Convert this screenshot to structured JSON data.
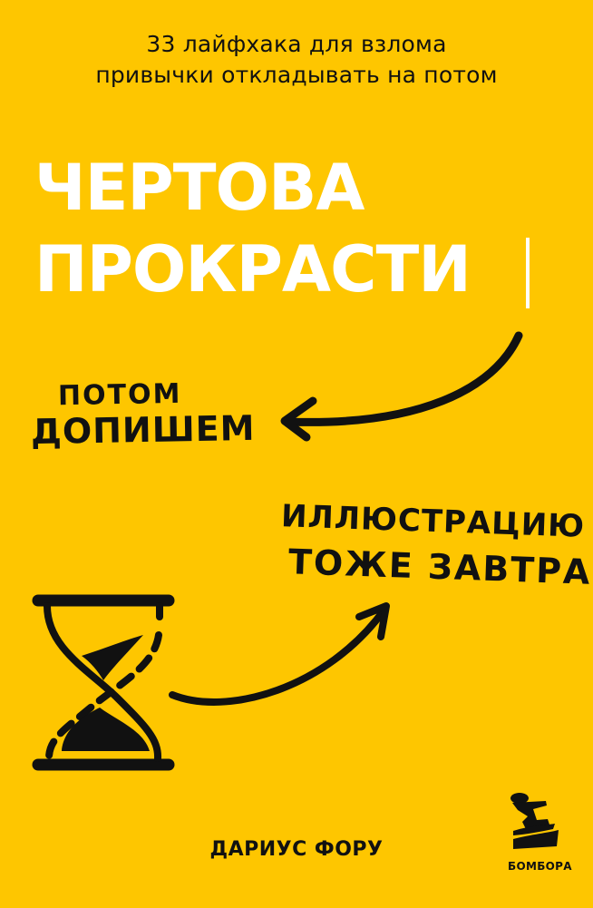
{
  "cover": {
    "background_color": "#fec600",
    "subtitle": {
      "line1": "33 лайфхака для взлома",
      "line2": "привычки откладывать на потом"
    },
    "title": {
      "line1": "ЧЕРТОВА",
      "line2": "ПРОКРАСТИ"
    },
    "handwritten": {
      "note1_line1": "потом",
      "note1_line2": "допишем",
      "note2_line1": "иллюстрацию",
      "note2_line2": "тоже завтра"
    },
    "icons": [
      "hourglass-icon",
      "curved-arrow-left-icon",
      "curved-arrow-right-icon",
      "text-cursor-icon",
      "publisher-logo-icon"
    ],
    "author": "ДАРИУС ФОРУ",
    "publisher": "БОМБОРА"
  }
}
